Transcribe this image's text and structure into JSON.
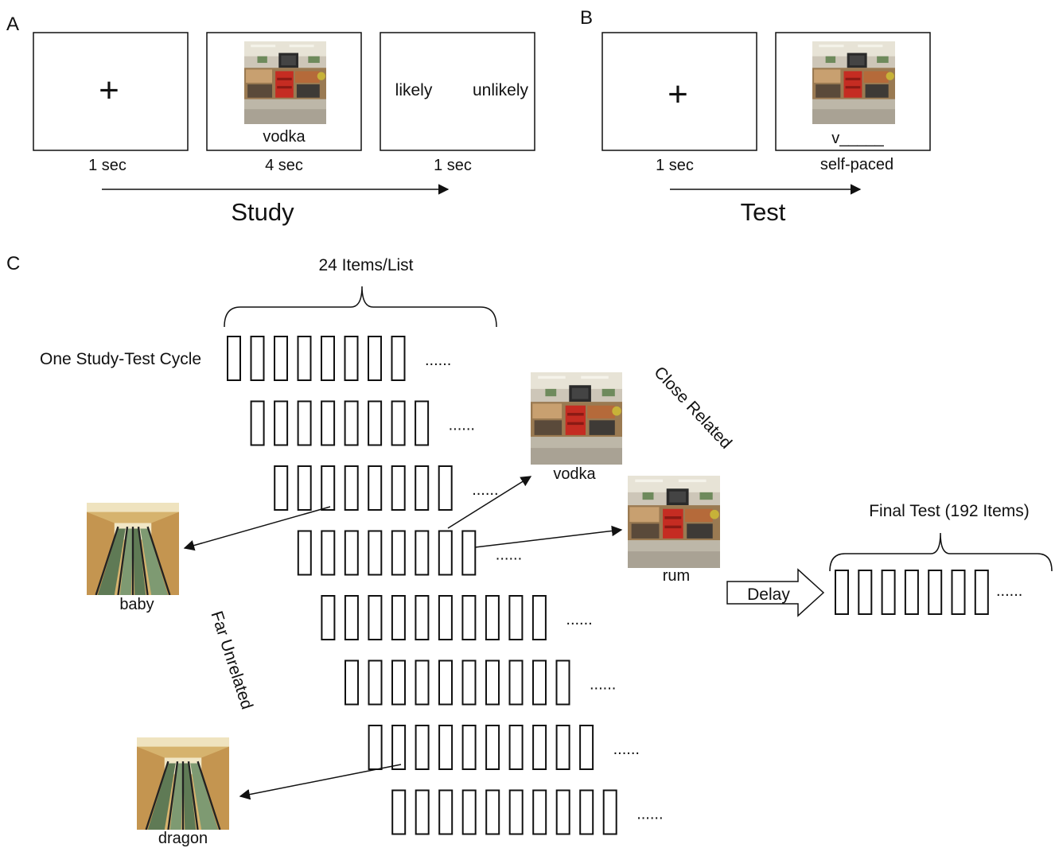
{
  "panel_labels": {
    "a": "A",
    "b": "B",
    "c": "C"
  },
  "study": {
    "fixation": "+",
    "cue_word": "vodka",
    "judgment_left": "likely",
    "judgment_right": "unlikely",
    "durations": [
      "1 sec",
      "4 sec",
      "1 sec"
    ],
    "label": "Study"
  },
  "test": {
    "fixation": "+",
    "stem": "v_____",
    "durations": [
      "1 sec",
      "self-paced"
    ],
    "label": "Test"
  },
  "cycle": {
    "items_per_list_label": "24 Items/List",
    "row_label": "One Study-Test Cycle",
    "ellipsis": "......",
    "rows": [
      {
        "boxes": 8
      },
      {
        "boxes": 8
      },
      {
        "boxes": 8
      },
      {
        "boxes": 8
      },
      {
        "boxes": 10
      },
      {
        "boxes": 10
      },
      {
        "boxes": 10
      },
      {
        "boxes": 10
      }
    ]
  },
  "close_related": {
    "label": "Close Related",
    "word_1": "vodka",
    "word_2": "rum"
  },
  "far_unrelated": {
    "label": "Far Unrelated",
    "word_1": "baby",
    "word_2": "dragon"
  },
  "final_test": {
    "label": "Final Test (192 Items)",
    "delay_label": "Delay",
    "boxes": 7,
    "ellipsis": "......"
  },
  "icons": {
    "store_photo": "store-photo-icon",
    "escalator_photo": "escalator-photo-icon"
  },
  "colors": {
    "stroke": "#111111",
    "background": "#ffffff"
  }
}
